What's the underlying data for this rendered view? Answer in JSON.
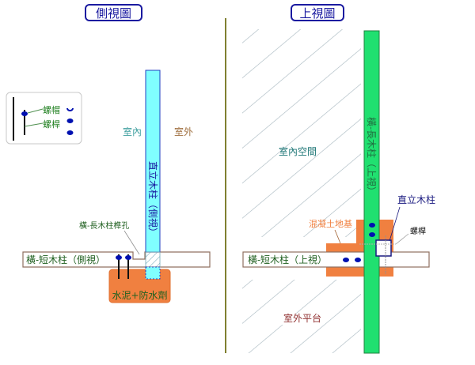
{
  "side_view": {
    "title": "側視圖",
    "indoor": "室內",
    "outdoor": "室外",
    "vertical_post": "直立木柱（側視）",
    "mortise_label": "橫-長木柱榫孔",
    "short_beam": "橫-短木柱（側視）",
    "cement": "水泥+防水劑"
  },
  "legend": {
    "nut": "螺帽",
    "bolt": "螺桿"
  },
  "top_view": {
    "title": "上視圖",
    "indoor_space": "室內空間",
    "outdoor_platform": "室外平台",
    "long_beam": "橫-長木柱（上視）",
    "short_beam": "橫-短木柱（上視）",
    "concrete_base": "混凝土地基",
    "vertical_post": "直立木柱",
    "bolt": "螺桿"
  },
  "colors": {
    "title_border": "#1a1aa0",
    "cyan_post": "#80ffff",
    "green_post": "#20e070",
    "concrete": "#f08040",
    "divider": "#808030"
  }
}
